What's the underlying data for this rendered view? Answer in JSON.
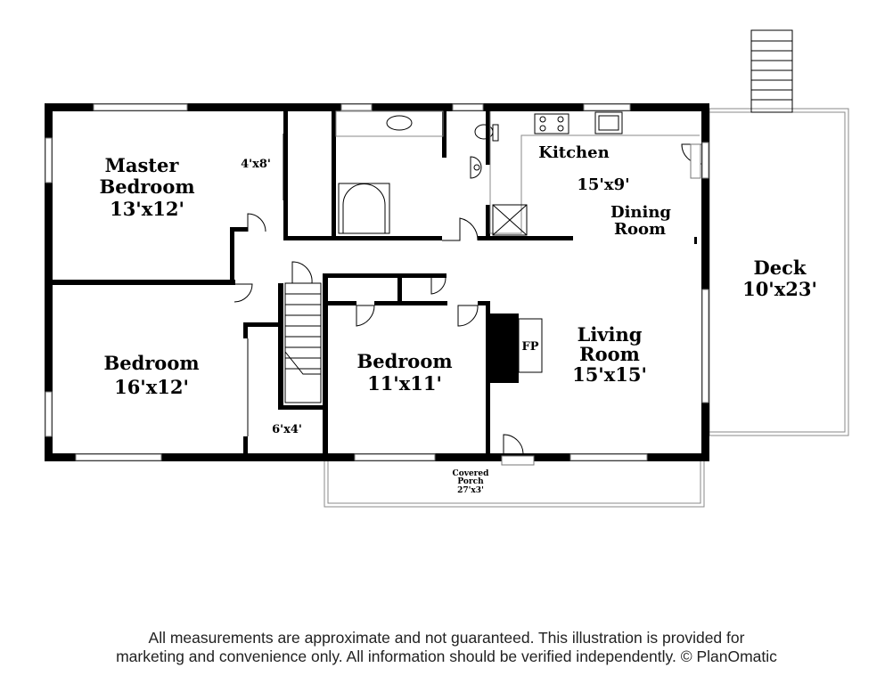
{
  "rooms": {
    "master_bedroom": {
      "line1": "Master",
      "line2": "Bedroom",
      "dims": "13'x12'"
    },
    "closet_master": {
      "dims": "4'x8'"
    },
    "kitchen": {
      "name": "Kitchen",
      "dims": "15'x9'"
    },
    "dining_room": {
      "line1": "Dining",
      "line2": "Room"
    },
    "deck": {
      "name": "Deck",
      "dims": "10'x23'"
    },
    "bedroom_left": {
      "name": "Bedroom",
      "dims": "16'x12'"
    },
    "bedroom_middle": {
      "name": "Bedroom",
      "dims": "11'x11'"
    },
    "living_room": {
      "line1": "Living",
      "line2": "Room",
      "dims": "15'x15'"
    },
    "fireplace": {
      "label": "FP"
    },
    "closet_small": {
      "dims": "6'x4'"
    },
    "covered_porch": {
      "line1": "Covered",
      "line2": "Porch",
      "dims": "27'x3'"
    }
  },
  "disclaimer": {
    "line1": "All measurements are approximate and not guaranteed. This illustration is provided for",
    "line2": "marketing and convenience only. All information should be verified independently. © PlanOmatic"
  }
}
